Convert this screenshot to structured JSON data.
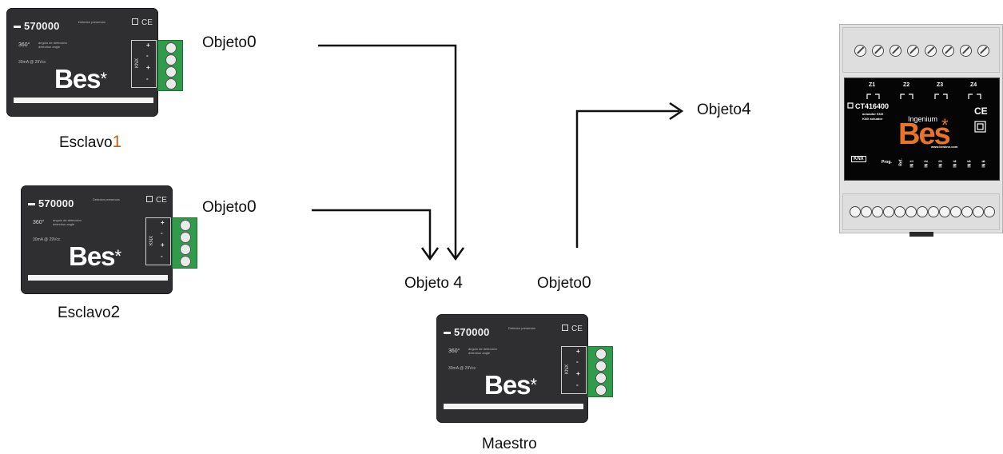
{
  "device": {
    "model": "570000",
    "model_caption": "Detector presencia",
    "angle_label": "360°",
    "angle_caption": "ángulo de detección detection angle",
    "spec": "30mA @ 29Vcc",
    "brand": "Bes",
    "brand_star": "*",
    "ce": "CE",
    "knx": "KNX",
    "terminals": [
      "+",
      "-",
      "+",
      "-"
    ]
  },
  "nodes": {
    "slave1": {
      "name": "Esclavo",
      "num": "1",
      "object_label": "Objeto",
      "object_num": "0"
    },
    "slave2": {
      "name": "Esclavo",
      "num": "2",
      "object_label": "Objeto",
      "object_num": "0"
    },
    "master": {
      "name": "Maestro",
      "input_object_label": "Objeto",
      "input_object_num": "4",
      "output_object_label": "Objeto",
      "output_object_num": "0"
    },
    "actuator": {
      "object_label": "Objeto",
      "object_num": "4"
    }
  },
  "actuator": {
    "zones": [
      "Z1",
      "Z2",
      "Z3",
      "Z4"
    ],
    "model": "CT416400",
    "desc_es": "actuador KNX",
    "desc_en": "KNX actuator",
    "brand_line": "Ingenium",
    "brand": "Bes",
    "url": "www.besknx.com",
    "ce": "CE",
    "knx": "KNX",
    "prog": "Prog.",
    "ref": "Ref.",
    "inputs": [
      "IN 1",
      "IN 2",
      "IN 3",
      "IN 4",
      "IN 5",
      "IN 6"
    ]
  }
}
